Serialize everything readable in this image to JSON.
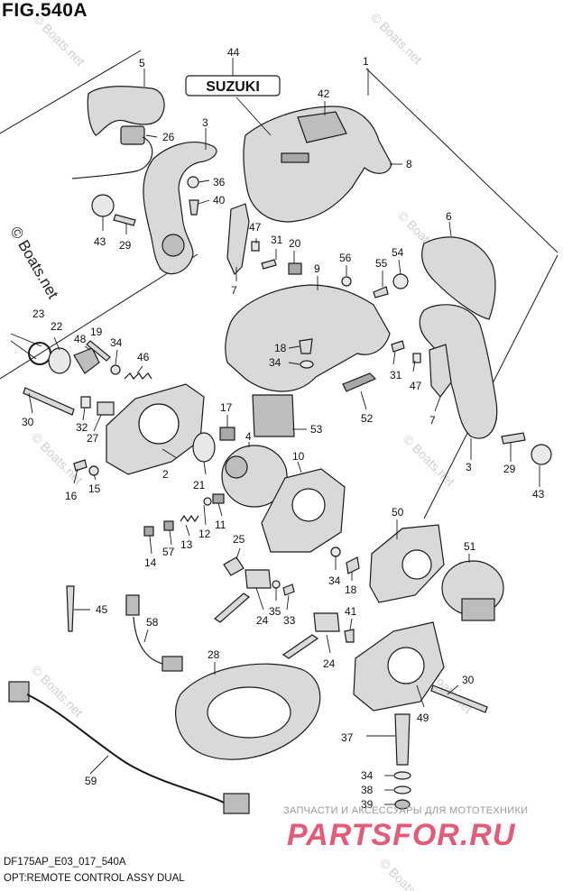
{
  "figure": {
    "title": "FIG.540A",
    "model_code": "DF175AP_E03_017_540A",
    "description": "OPT:REMOTE CONTROL ASSY DUAL",
    "brand_plate_text": "SUZUKI",
    "copyright": "© Boats.net",
    "watermark": "© Boats.net",
    "shop_text": "ЗАПЧАСТИ И АКСЕССУАРЫ ДЛЯ МОТОТЕХНИКИ",
    "shop_logo": "PARTSFOR.RU"
  },
  "colors": {
    "line": "#1a1a1a",
    "part_fill": "#d9d9d9",
    "part_dark": "#a8a8a8",
    "watermark": "#cfcfcf",
    "shop_logo": "#e25b78"
  },
  "callouts": {
    "c1": "1",
    "c2": "2",
    "c3a": "3",
    "c3b": "3",
    "c4": "4",
    "c5": "5",
    "c6": "6",
    "c7a": "7",
    "c7b": "7",
    "c8": "8",
    "c9": "9",
    "c10": "10",
    "c11": "11",
    "c12": "12",
    "c13": "13",
    "c14": "14",
    "c15": "15",
    "c16": "16",
    "c17": "17",
    "c18a": "18",
    "c18b": "18",
    "c19": "19",
    "c20": "20",
    "c21": "21",
    "c22": "22",
    "c23": "23",
    "c24a": "24",
    "c24b": "24",
    "c25": "25",
    "c26": "26",
    "c27": "27",
    "c28": "28",
    "c29a": "29",
    "c29b": "29",
    "c30a": "30",
    "c30b": "30",
    "c31a": "31",
    "c31b": "31",
    "c32": "32",
    "c33": "33",
    "c34a": "34",
    "c34b": "34",
    "c34c": "34",
    "c34d": "34",
    "c35": "35",
    "c36": "36",
    "c37": "37",
    "c38": "38",
    "c39": "39",
    "c40": "40",
    "c41": "41",
    "c42": "42",
    "c43a": "43",
    "c43b": "43",
    "c44": "44",
    "c45": "45",
    "c46": "46",
    "c47a": "47",
    "c47b": "47",
    "c48": "48",
    "c49": "49",
    "c50": "50",
    "c51": "51",
    "c52": "52",
    "c53": "53",
    "c54": "54",
    "c55": "55",
    "c56": "56",
    "c57": "57",
    "c58": "58",
    "c59": "59"
  }
}
